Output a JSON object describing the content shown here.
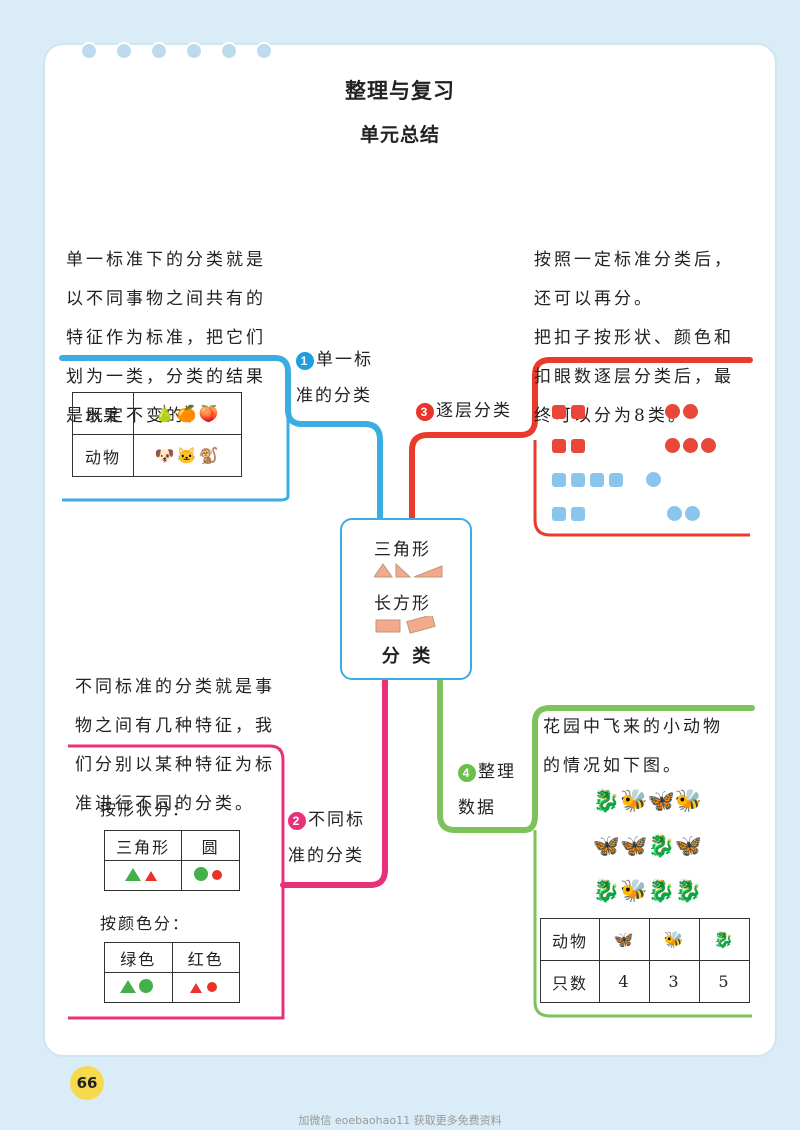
{
  "header": {
    "title": "整理与复习",
    "subtitle": "单元总结"
  },
  "notes": {
    "single_standard": [
      "单一标准下的分类就是",
      "以不同事物之间共有的",
      "特征作为标准，把它们",
      "划为一类，分类的结果",
      "是既定不变的。"
    ],
    "layered": [
      "按照一定标准分类后，",
      "还可以再分。"
    ],
    "buttons": [
      "把扣子按形状、颜色和",
      "扣眼数逐层分类后，最",
      "终可以分为8类。"
    ],
    "different_standard": [
      "不同标准的分类就是事",
      "物之间有几种特征，我",
      "们分别以某种特征为标",
      "准进行不同的分类。"
    ],
    "garden": [
      "花园中飞来的小动物",
      "的情况如下图。"
    ]
  },
  "branches": {
    "b1": {
      "num": "1",
      "line1": "单一标",
      "line2": "准的分类"
    },
    "b2": {
      "num": "2",
      "line1": "不同标",
      "line2": "准的分类"
    },
    "b3": {
      "num": "3",
      "line1": "逐层分类"
    },
    "b4": {
      "num": "4",
      "line1": "整理",
      "line2": "数据"
    }
  },
  "center": {
    "shape1": "三角形",
    "shape2": "长方形",
    "label": "分  类"
  },
  "table1": {
    "rows": [
      {
        "label": "水果",
        "icons": [
          "🍐",
          "🍊",
          "🍑"
        ]
      },
      {
        "label": "动物",
        "icons": [
          "🐶",
          "🐱",
          "🐒"
        ]
      }
    ]
  },
  "shape_section": {
    "by_shape": "按形状分：",
    "shape_headers": [
      "三角形",
      "圆"
    ],
    "by_color": "按颜色分：",
    "color_headers": [
      "绿色",
      "红色"
    ]
  },
  "data_table": {
    "row1_label": "动物",
    "row2_label": "只数",
    "icons": [
      "🦋",
      "🐝",
      "🐉"
    ],
    "counts": [
      "4",
      "3",
      "5"
    ]
  },
  "page_number": "66",
  "footer": "加微信 eoebaohao11 获取更多免费资料"
}
